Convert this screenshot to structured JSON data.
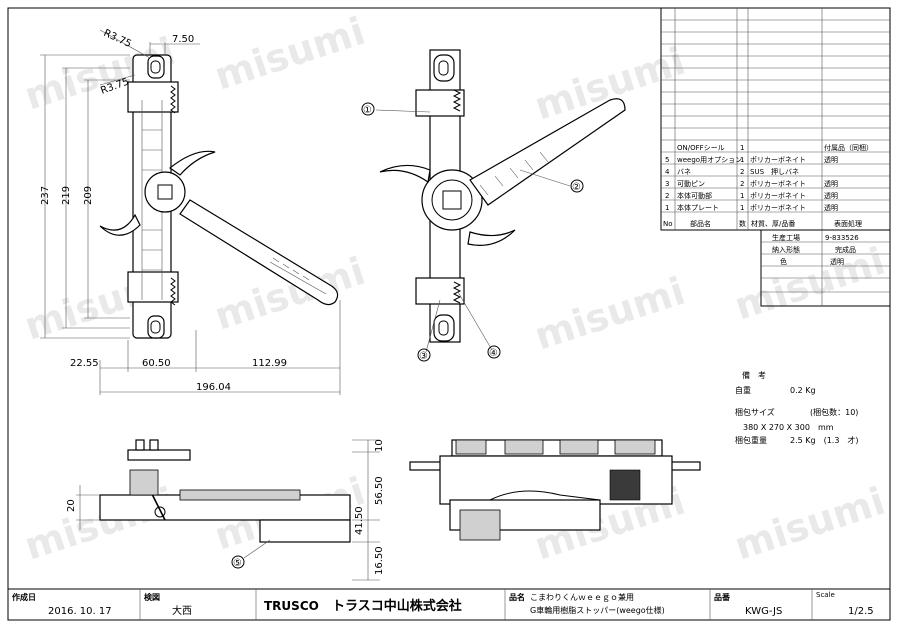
{
  "watermark": "misumi",
  "dimensions": {
    "r1": "R3.75",
    "r2": "R3.75",
    "w750": "7.50",
    "h237": "237",
    "h219": "219",
    "h209": "209",
    "w2255": "22.55",
    "w6050": "60.50",
    "w11299": "112.99",
    "w19604": "196.04",
    "h10": "10",
    "h5650": "56.50",
    "h4150": "41.50",
    "h1650": "16.50",
    "h20": "20"
  },
  "callouts": [
    "①",
    "②",
    "③",
    "④",
    "⑤"
  ],
  "parts_table": {
    "header": {
      "no": "No",
      "name": "部品名",
      "qty": "数",
      "material": "材質、厚/品番",
      "finish": "表面処理"
    },
    "rows": [
      {
        "no": "",
        "name": "ON/OFFシール",
        "qty": "1",
        "material": "",
        "finish": "付属品（同梱）"
      },
      {
        "no": "5",
        "name": "weego用オプション",
        "qty": "1",
        "material": "ポリカーボネイト",
        "finish": "透明"
      },
      {
        "no": "4",
        "name": "バネ",
        "qty": "2",
        "material": "SUS　押しバネ",
        "finish": ""
      },
      {
        "no": "3",
        "name": "可動ピン",
        "qty": "2",
        "material": "ポリカーボネイト",
        "finish": "透明"
      },
      {
        "no": "2",
        "name": "本体可動部",
        "qty": "1",
        "material": "ポリカーボネイト",
        "finish": "透明"
      },
      {
        "no": "1",
        "name": "本体プレート",
        "qty": "1",
        "material": "ポリカーボネイト",
        "finish": "透明"
      }
    ],
    "production": [
      {
        "label": "生産工場",
        "value": "9-833526"
      },
      {
        "label": "納入形態",
        "value": "完成品"
      },
      {
        "label": "色",
        "value": "透明"
      }
    ]
  },
  "notes": {
    "title": "備　考",
    "weight_label": "自重",
    "weight_value": "0.2 Kg",
    "package_size_label": "梱包サイズ",
    "package_count": "(梱包数：10)",
    "package_size_value": "380 X 270 X 300　mm",
    "package_weight_label": "梱包重量",
    "package_weight_value": "2.5 Kg　(1.3　才)"
  },
  "title_block": {
    "created_label": "作成日",
    "created_value": "2016. 10. 17",
    "checked_label": "検図",
    "checked_value": "大西",
    "brand": "TRUSCO",
    "company": "トラスコ中山株式会社",
    "product_label": "品名",
    "product_line1": "こまわりくんｗｅｅｇｏ兼用",
    "product_line2": "G車輪用樹脂ストッパー(weego仕様)",
    "part_no_label": "品番",
    "part_no_value": "KWG-JS",
    "scale_label": "Scale",
    "scale_value": "1/2.5"
  }
}
